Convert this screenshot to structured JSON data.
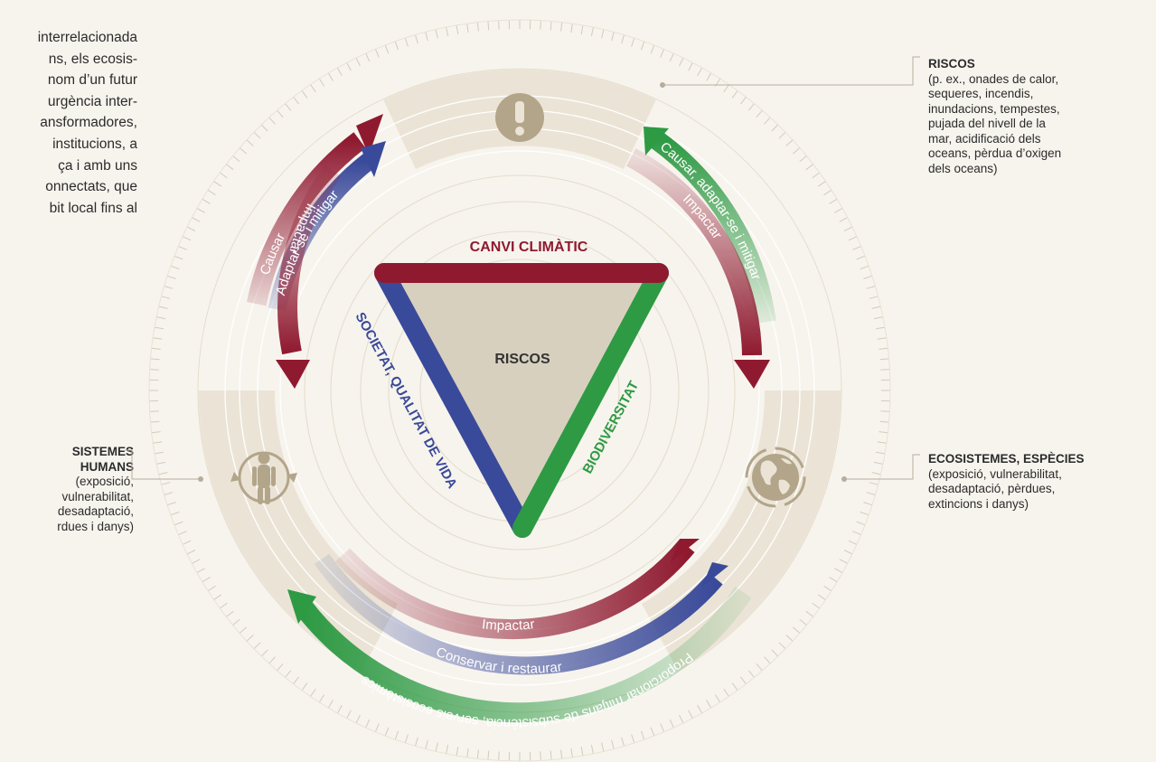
{
  "intro": {
    "lines": [
      "interrelacionada",
      "ns, els ecosis-",
      "nom d’un futur",
      "urgència inter-",
      "ansformadores,",
      "institucions, a",
      "ça i amb uns",
      "onnectats, que",
      "bit local fins al"
    ]
  },
  "notes": {
    "sistemes": {
      "title_lines": [
        "SISTEMES",
        "HUMANS"
      ],
      "desc_lines": [
        "(exposició,",
        "vulnerabilitat,",
        "desadaptació,",
        "rdues i danys)"
      ]
    },
    "riscos": {
      "title": "RISCOS",
      "desc_lines": [
        "(p. ex., onades de calor,",
        "sequeres, incendis,",
        "inundacions, tempestes,",
        "pujada del nivell de la",
        "mar, acidificació dels",
        "oceans, pèrdua d’oxigen",
        "dels oceans)"
      ]
    },
    "ecosistemes": {
      "title": "ECOSISTEMES, ESPÈCIES",
      "desc_lines": [
        "(exposició, vulnerabilitat,",
        "desadaptació, pèrdues,",
        "extincions i danys)"
      ]
    }
  },
  "triangle": {
    "top_label": "CANVI CLIMÀTIC",
    "left_label": "SOCIETAT, QUALITAT DE VIDA",
    "right_label": "BIODIVERSITAT",
    "center_label": "RISCOS"
  },
  "arrows": {
    "left_outer": "Causar",
    "left_middle": "Adaptar-se i mitigar",
    "left_inner": "Impactar",
    "right_outer": "Causar, adaptar-se i mitigar",
    "right_inner": "Impactar",
    "bottom_inner": "Impactar",
    "bottom_middle": "Conservar i restaurar",
    "bottom_outer": "Proporcionar mitjans de subsistència, serveis ecosistèmics"
  },
  "colors": {
    "climate_red": "#8f1a30",
    "society_blue": "#3a4a9a",
    "biodiversity_green": "#2e9a44",
    "band_beige": "#ebe4d6",
    "icon_tan": "#b3a58a"
  },
  "icons": {
    "risk": "exclamation-icon",
    "human": "human-figure-icon",
    "earth": "globe-icon"
  }
}
